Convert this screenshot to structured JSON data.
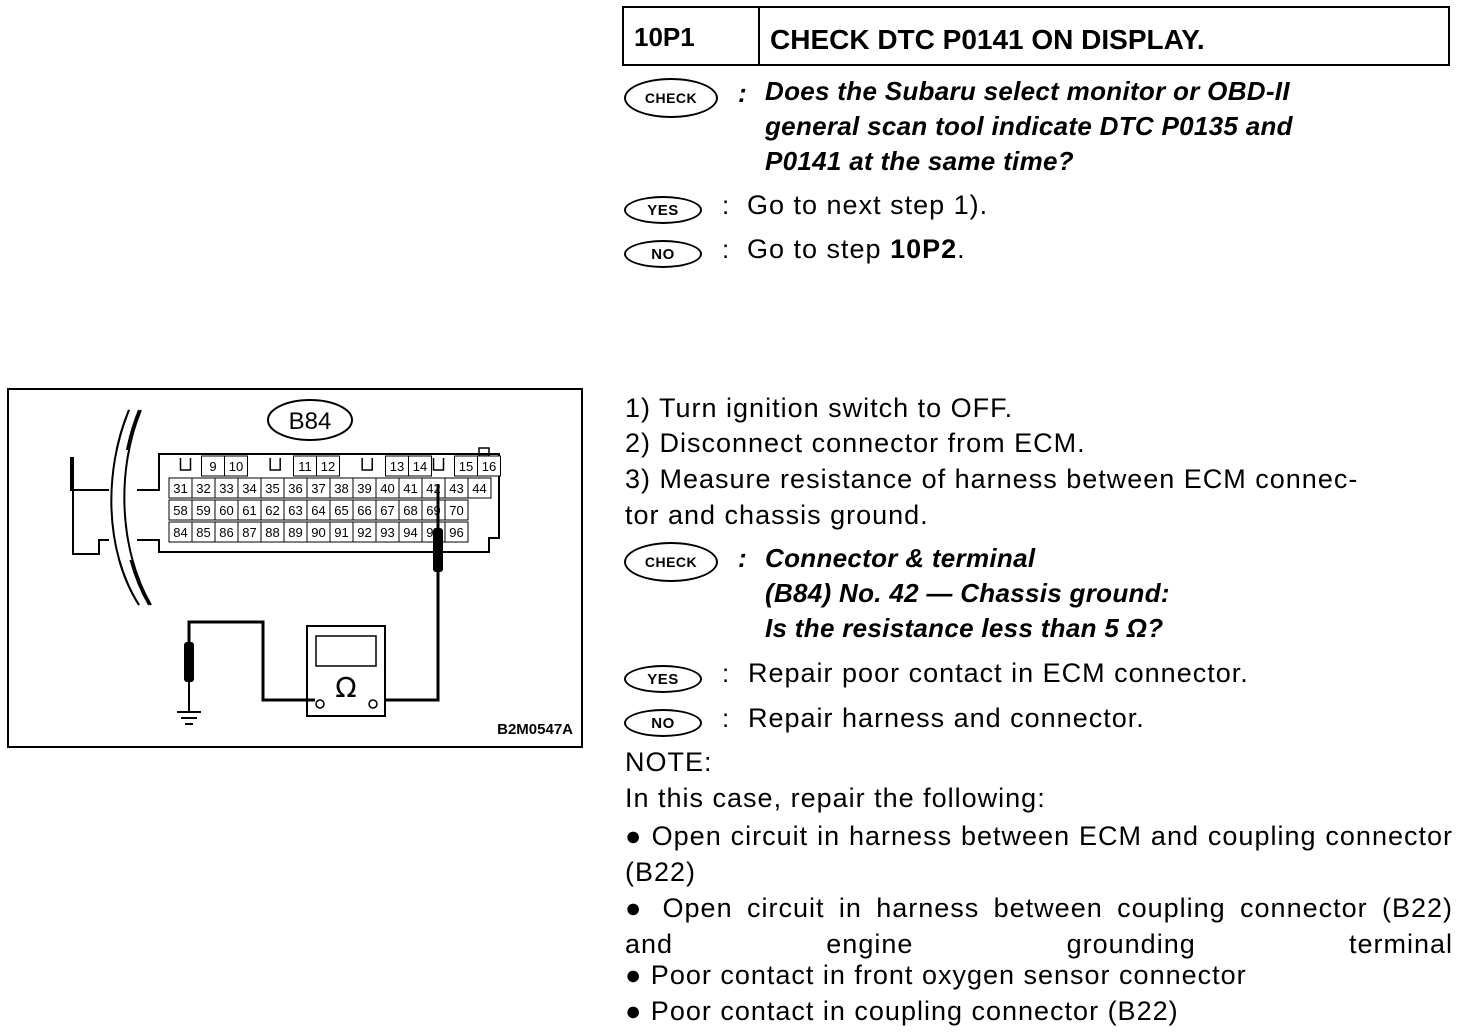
{
  "step": {
    "code": "10P1",
    "title": "CHECK DTC P0141 ON DISPLAY."
  },
  "badges": {
    "check": "CHECK",
    "yes": "YES",
    "no": "NO"
  },
  "first_check": {
    "question": "Does the Subaru select monitor or OBD-II\ngeneral scan tool indicate DTC P0135 and\nP0141 at the same time?",
    "yes_text": "Go to next step 1).",
    "no_text_prefix": "Go to step ",
    "no_text_bold": "10P2",
    "no_text_suffix": "."
  },
  "procedure": {
    "step1": "1)  Turn ignition switch to OFF.",
    "step2": "2)  Disconnect connector from ECM.",
    "step3_line1": "3)  Measure resistance of harness between ECM connec-",
    "step3_line2": "tor and chassis ground."
  },
  "second_check": {
    "question": "Connector & terminal\n(B84) No. 42 — Chassis ground:\nIs the resistance less than 5 Ω?",
    "yes_text": "Repair poor contact in ECM connector.",
    "no_text": "Repair harness and connector."
  },
  "note": {
    "label": "NOTE:",
    "intro": "In this case, repair the following:",
    "items": [
      "● Open circuit in harness between ECM and coupling connector (B22)",
      "● Open circuit in harness between coupling connector (B22) and engine grounding terminal",
      "● Poor contact in front oxygen sensor connector",
      "● Poor contact in coupling connector (B22)"
    ]
  },
  "diagram": {
    "connector_label": "B84",
    "meter_symbol": "Ω",
    "figure_code": "B2M0547A",
    "row1": [
      "9",
      "10",
      "11",
      "12",
      "13",
      "14",
      "15",
      "16"
    ],
    "row2": [
      "31",
      "32",
      "33",
      "34",
      "35",
      "36",
      "37",
      "38",
      "39",
      "40",
      "41",
      "42",
      "43",
      "44"
    ],
    "row3": [
      "58",
      "59",
      "60",
      "61",
      "62",
      "63",
      "64",
      "65",
      "66",
      "67",
      "68",
      "69",
      "70"
    ],
    "row4": [
      "84",
      "85",
      "86",
      "87",
      "88",
      "89",
      "90",
      "91",
      "92",
      "93",
      "94",
      "95",
      "96"
    ]
  }
}
